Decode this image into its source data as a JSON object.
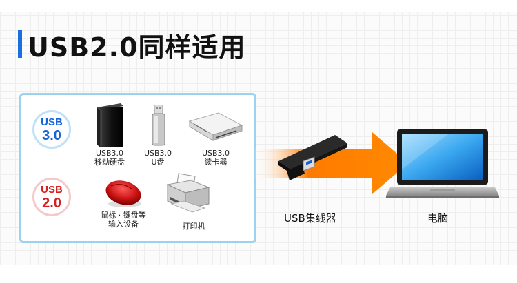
{
  "title": "USB2.0同样适用",
  "badges": {
    "usb3": {
      "line1": "USB",
      "line2": "3.0"
    },
    "usb2": {
      "line1": "USB",
      "line2": "2.0"
    }
  },
  "devices": {
    "hdd": {
      "line1": "USB3.0",
      "line2": "移动硬盘"
    },
    "udisk": {
      "line1": "USB3.0",
      "line2": "U盘"
    },
    "reader": {
      "line1": "USB3.0",
      "line2": "读卡器"
    },
    "mouse": {
      "line1": "鼠标 · 键盘等",
      "line2": "输入设备"
    },
    "printer": {
      "line1": "打印机"
    }
  },
  "hub_label": "USB集线器",
  "pc_label": "电脑",
  "colors": {
    "accent_blue": "#1a6fe0",
    "panel_border": "#9dd1f2",
    "usb3_blue": "#1564d8",
    "usb2_red": "#d62020",
    "arrow_orange": "#ff7a00"
  }
}
